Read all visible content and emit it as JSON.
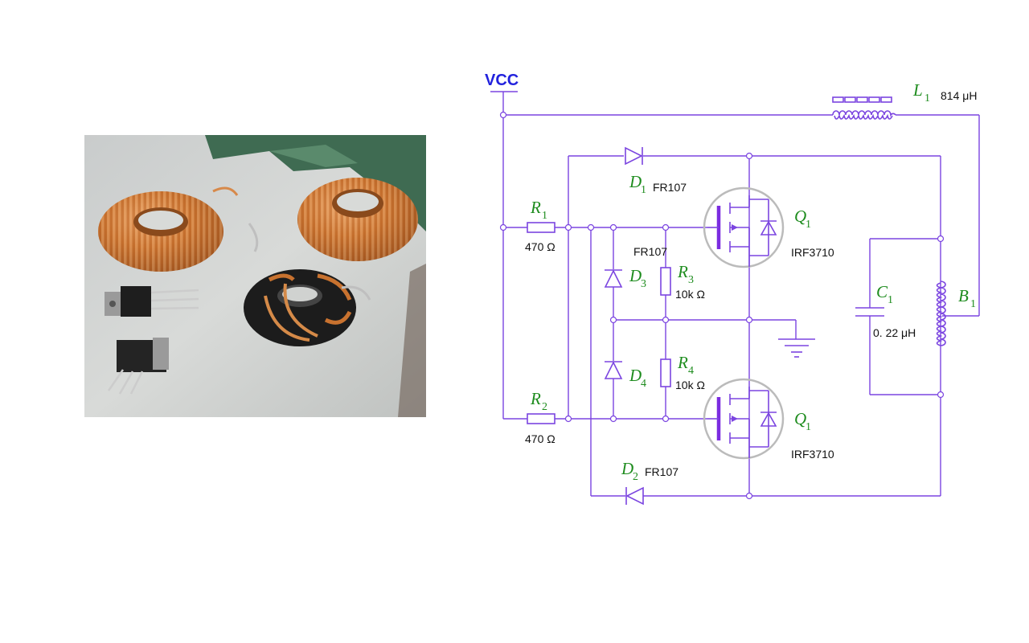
{
  "colors": {
    "wire": "#7b45e0",
    "designator": "#1e8c1e",
    "value_text": "#111111",
    "vcc_label": "#2222dd",
    "mosfet_circle": "#bbbbbb",
    "background": "#ffffff"
  },
  "photo": {
    "subject": "toroidal copper inductors and TO-220 transistors on a white surface"
  },
  "schematic": {
    "vcc": "VCC",
    "components": {
      "L1": {
        "letter": "L",
        "sub": "1",
        "value": "814 μH"
      },
      "D1": {
        "letter": "D",
        "sub": "1",
        "value": "FR107"
      },
      "D2": {
        "letter": "D",
        "sub": "2",
        "value": "FR107"
      },
      "D3": {
        "letter": "D",
        "sub": "3",
        "value": "FR107"
      },
      "D4": {
        "letter": "D",
        "sub": "4",
        "value": ""
      },
      "R1": {
        "letter": "R",
        "sub": "1",
        "value": "470 Ω"
      },
      "R2": {
        "letter": "R",
        "sub": "2",
        "value": "470 Ω"
      },
      "R3": {
        "letter": "R",
        "sub": "3",
        "value": "10k Ω"
      },
      "R4": {
        "letter": "R",
        "sub": "4",
        "value": "10k Ω"
      },
      "Q1_top": {
        "letter": "Q",
        "sub": "1",
        "value": "IRF3710"
      },
      "Q1_bottom": {
        "letter": "Q",
        "sub": "1",
        "value": "IRF3710"
      },
      "C1": {
        "letter": "C",
        "sub": "1",
        "value": "0. 22 μH"
      },
      "B1": {
        "letter": "B",
        "sub": "1",
        "value": ""
      }
    }
  }
}
